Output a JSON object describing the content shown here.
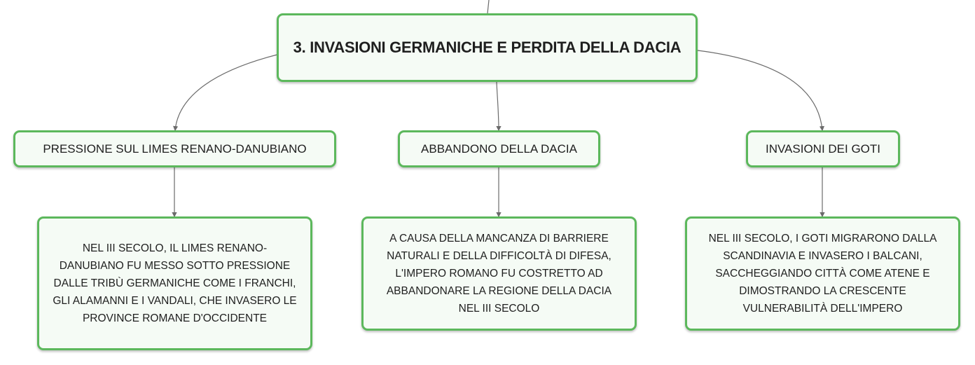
{
  "root": {
    "title": "3. INVASIONI GERMANICHE E PERDITA DELLA DACIA"
  },
  "branches": [
    {
      "topic": "PRESSIONE SUL LIMES RENANO-DANUBIANO",
      "detail": [
        "NEL III SECOLO, IL LIMES RENANO-",
        "DANUBIANO FU MESSO SOTTO PRESSIONE",
        "DALLE TRIBÙ GERMANICHE COME I FRANCHI,",
        "GLI ALAMANNI E I VANDALI, CHE INVASERO LE",
        "PROVINCE ROMANE D'OCCIDENTE"
      ]
    },
    {
      "topic": "ABBANDONO DELLA DACIA",
      "detail": [
        "A CAUSA DELLA MANCANZA DI BARRIERE",
        "NATURALI E DELLA DIFFICOLTÀ DI DIFESA,",
        "L'IMPERO ROMANO FU COSTRETTO AD",
        "ABBANDONARE LA REGIONE DELLA DACIA",
        "NEL III SECOLO"
      ]
    },
    {
      "topic": "INVASIONI DEI GOTI",
      "detail": [
        "NEL III SECOLO, I GOTI MIGRARONO DALLA",
        "SCANDINAVIA E INVASERO I BALCANI,",
        "SACCHEGGIANDO CITTÀ COME ATENE E",
        "DIMOSTRANDO LA CRESCENTE",
        "VULNERABILITÀ DELL'IMPERO"
      ]
    }
  ],
  "colors": {
    "border": "#5cb85c",
    "fill": "#f5fbf5",
    "connector": "#6b6b6b",
    "text": "#1f1f1f"
  }
}
